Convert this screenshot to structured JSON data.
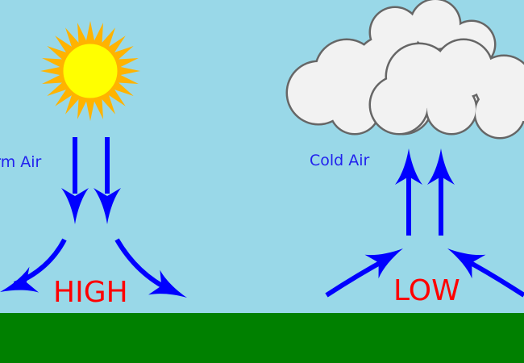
{
  "labels": {
    "warm_air": "Warm Air",
    "cold_air": "Cold Air",
    "high": "HIGH",
    "low": "LOW"
  },
  "colors": {
    "sky": "#99d8e8",
    "ground": "#008000",
    "arrow": "#0000ff",
    "label_blue": "#2222ee",
    "pressure_red": "#ff0000",
    "sun": "#ffff00",
    "sun_rays": "#ffb300",
    "cloud_fill": "#f2f2f2",
    "cloud_stroke": "#666666"
  }
}
